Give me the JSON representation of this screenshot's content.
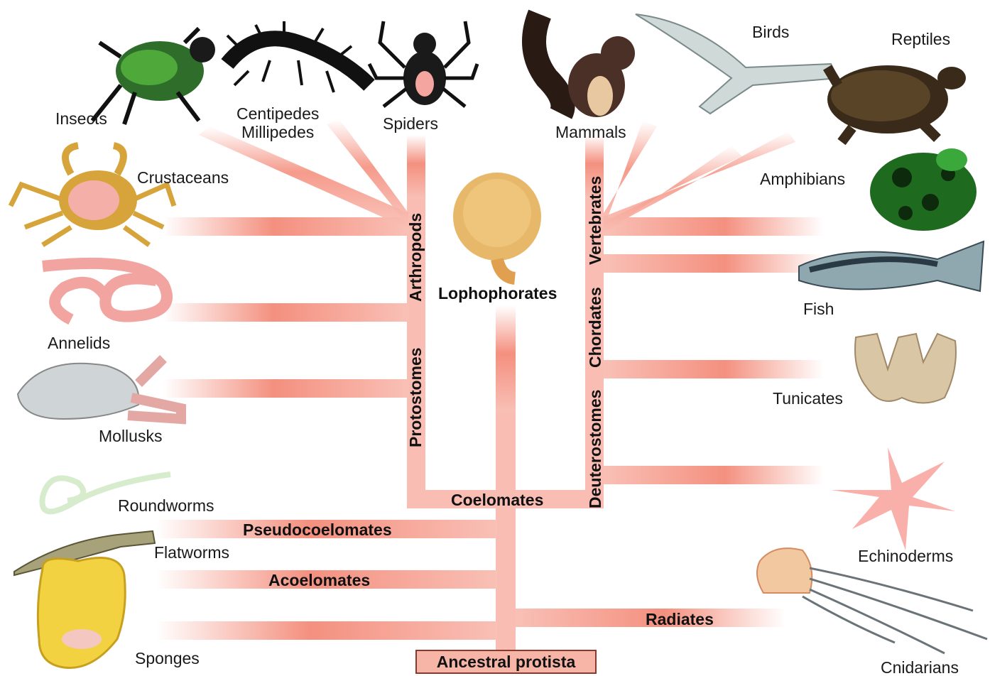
{
  "colors": {
    "branch": "#f9bdb4",
    "branch_dark": "#f08878",
    "root_box": "#f7b5a8"
  },
  "root": "Ancestral protista",
  "groups": {
    "coelomates": "Coelomates",
    "pseudocoelomates": "Pseudocoelomates",
    "acoelomates": "Acoelomates",
    "radiates": "Radiates",
    "lophophorates": "Lophophorates",
    "protostomes": "Protostomes",
    "arthropods": "Arthropods",
    "deuterostomes": "Deuterostomes",
    "chordates": "Chordates",
    "vertebrates": "Vertebrates"
  },
  "taxa": {
    "insects": "Insects",
    "centipedes": "Centipedes",
    "millipedes": "Millipedes",
    "spiders": "Spiders",
    "mammals": "Mammals",
    "birds": "Birds",
    "reptiles": "Reptiles",
    "crustaceans": "Crustaceans",
    "amphibians": "Amphibians",
    "annelids": "Annelids",
    "fish": "Fish",
    "mollusks": "Mollusks",
    "tunicates": "Tunicates",
    "roundworms": "Roundworms",
    "flatworms": "Flatworms",
    "echinoderms": "Echinoderms",
    "sponges": "Sponges",
    "cnidarians": "Cnidarians"
  }
}
